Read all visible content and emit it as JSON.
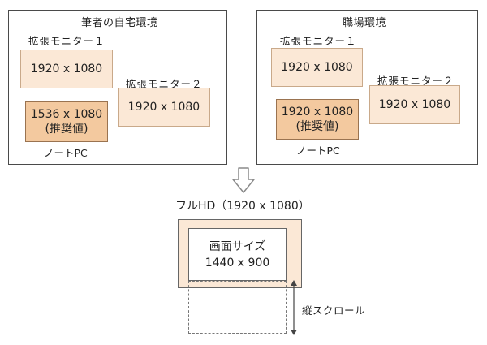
{
  "home": {
    "title": "筆者の自宅環境",
    "monitor1_label": "拡張モニター１",
    "monitor1_res": "1920 x 1080",
    "monitor2_label": "拡張モニター２",
    "monitor2_res": "1920 x 1080",
    "laptop_res": "1536 x 1080",
    "laptop_note": "(推奨値)",
    "laptop_label": "ノートPC"
  },
  "work": {
    "title": "職場環境",
    "monitor1_label": "拡張モニター１",
    "monitor1_res": "1920 x 1080",
    "monitor2_label": "拡張モニター２",
    "monitor2_res": "1920 x 1080",
    "laptop_res": "1920 x 1080",
    "laptop_note": "(推奨値)",
    "laptop_label": "ノートPC"
  },
  "bottom": {
    "title": "フルHD（1920 x 1080）",
    "screen_label": "画面サイズ",
    "screen_res": "1440 x 900",
    "scroll_label": "縦スクロール"
  },
  "colors": {
    "monitor_fill": "#fbe8d6",
    "laptop_fill": "#f3c99f",
    "border": "#4a4a4a"
  }
}
